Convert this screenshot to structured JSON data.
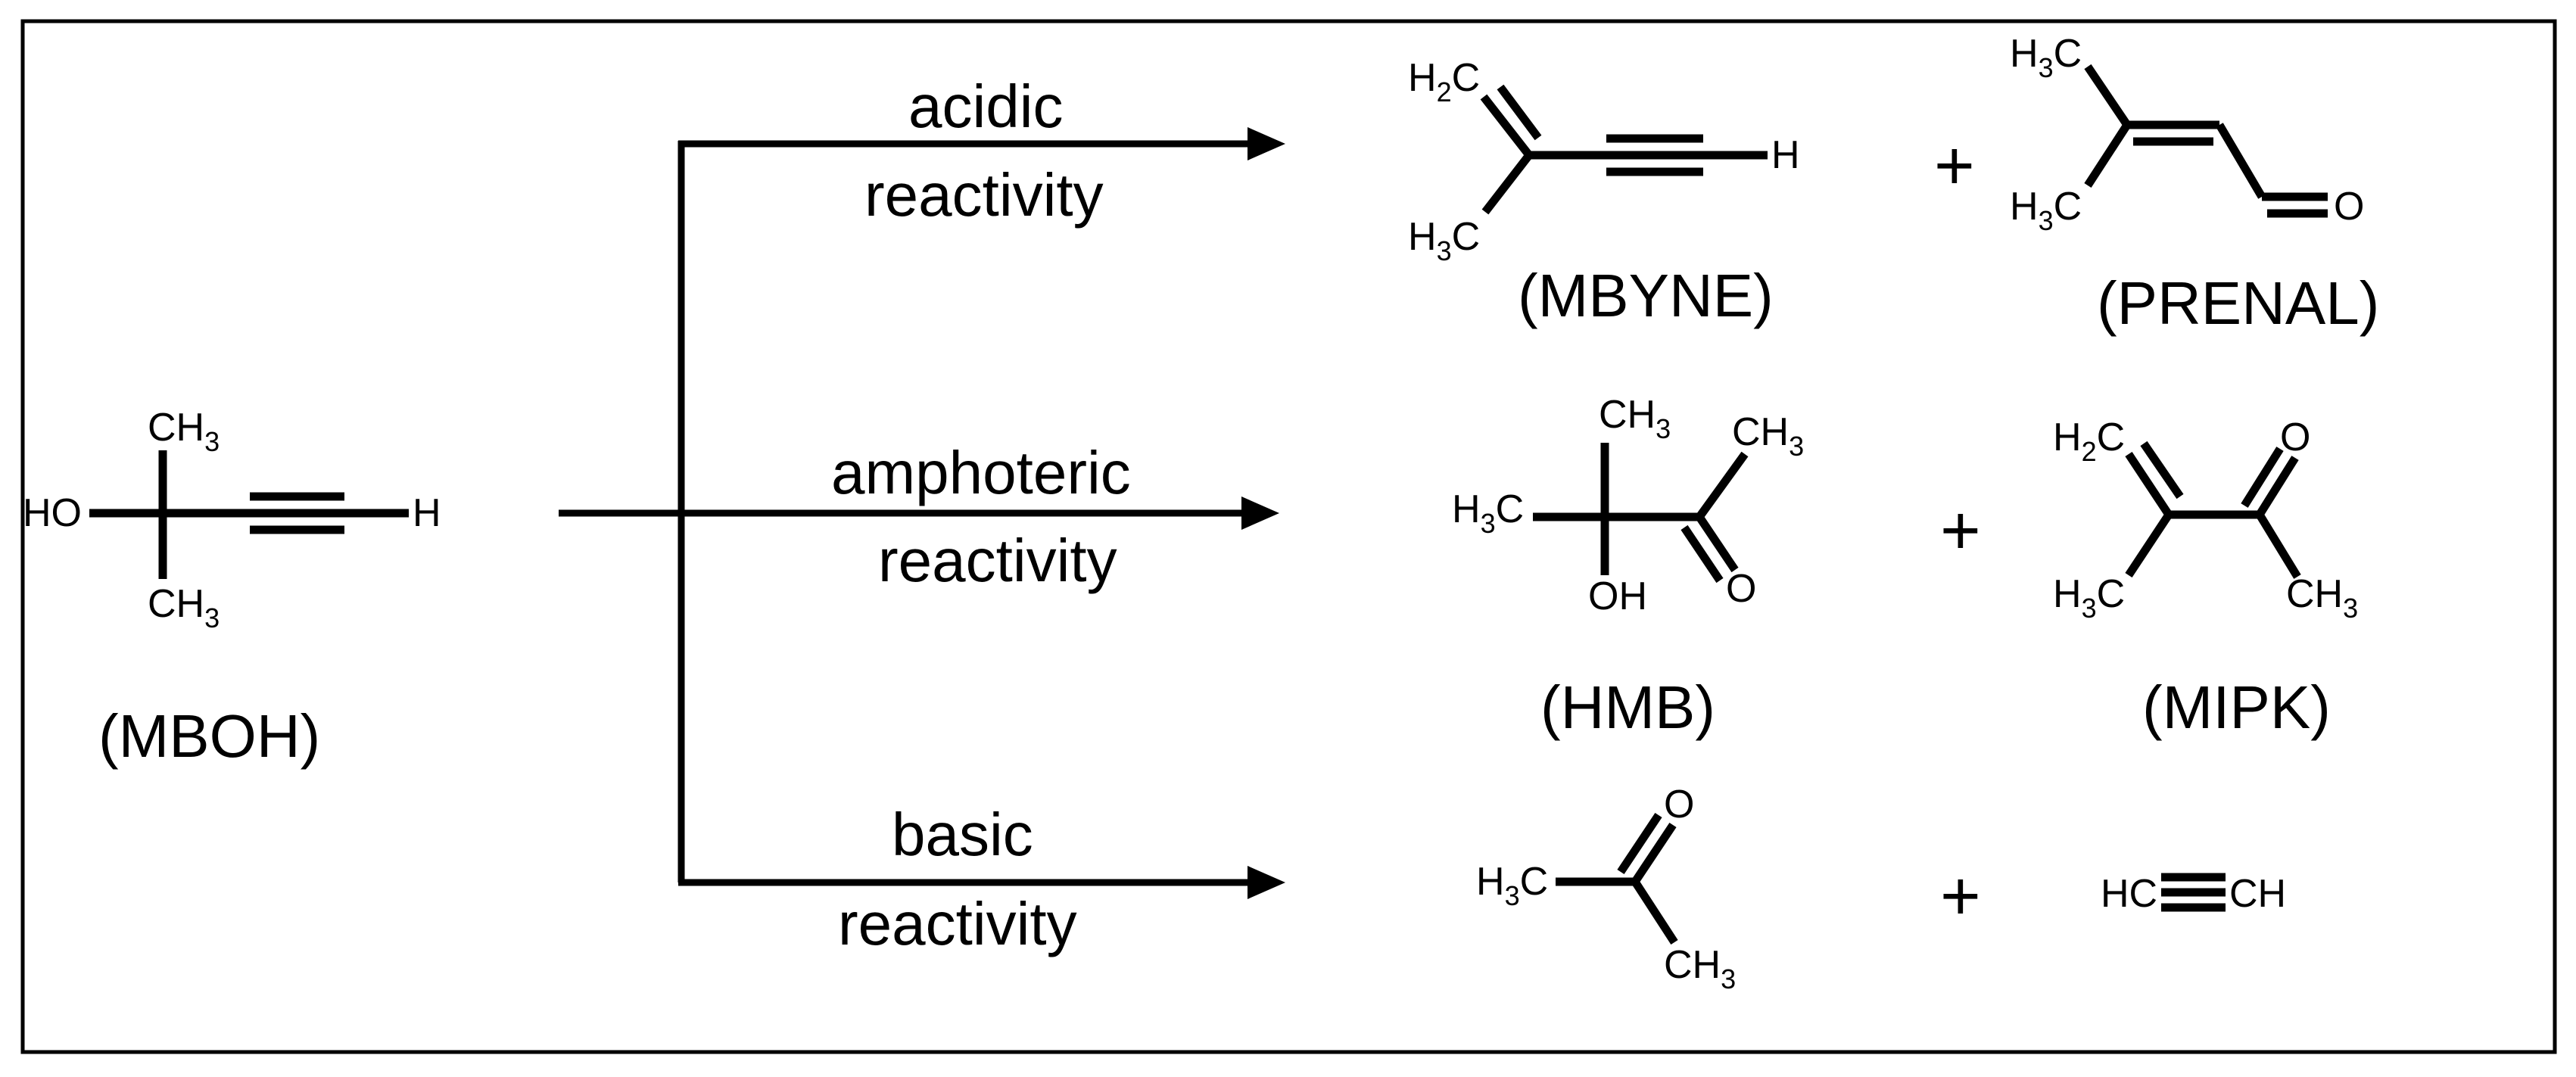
{
  "reactant": {
    "label": "(MBOH)",
    "atoms": {
      "ho": "HO",
      "h": "H",
      "ch3_top": "CH",
      "ch3_top_sub": "3",
      "ch3_bottom": "CH",
      "ch3_bottom_sub": "3"
    }
  },
  "pathways": [
    {
      "label_line1": "acidic",
      "label_line2": "reactivity"
    },
    {
      "label_line1": "amphoteric",
      "label_line2": "reactivity"
    },
    {
      "label_line1": "basic",
      "label_line2": "reactivity"
    }
  ],
  "products": {
    "mbyne": {
      "label": "(MBYNE)",
      "h2c": "H",
      "h2c_sub": "2",
      "h2c_c": "C",
      "h3c": "H",
      "h3c_sub": "3",
      "h3c_c": "C",
      "h": "H"
    },
    "prenal": {
      "label": "(PRENAL)",
      "h3c_top": "H",
      "h3c_top_sub": "3",
      "h3c_top_c": "C",
      "h3c_bottom": "H",
      "h3c_bottom_sub": "3",
      "h3c_bottom_c": "C",
      "o": "O"
    },
    "hmb": {
      "label": "(HMB)",
      "ch3_top": "CH",
      "ch3_top_sub": "3",
      "ch3_right": "CH",
      "ch3_right_sub": "3",
      "h3c": "H",
      "h3c_sub": "3",
      "h3c_c": "C",
      "oh": "OH",
      "o": "O"
    },
    "mipk": {
      "label": "(MIPK)",
      "h2c": "H",
      "h2c_sub": "2",
      "h2c_c": "C",
      "o": "O",
      "h3c": "H",
      "h3c_sub": "3",
      "h3c_c": "C",
      "ch3": "CH",
      "ch3_sub": "3"
    },
    "acetone": {
      "o": "O",
      "h3c": "H",
      "h3c_sub": "3",
      "h3c_c": "C",
      "ch3": "CH",
      "ch3_sub": "3"
    },
    "acetylene": {
      "hc": "HC",
      "ch": "CH"
    }
  },
  "plus_sign": "+"
}
